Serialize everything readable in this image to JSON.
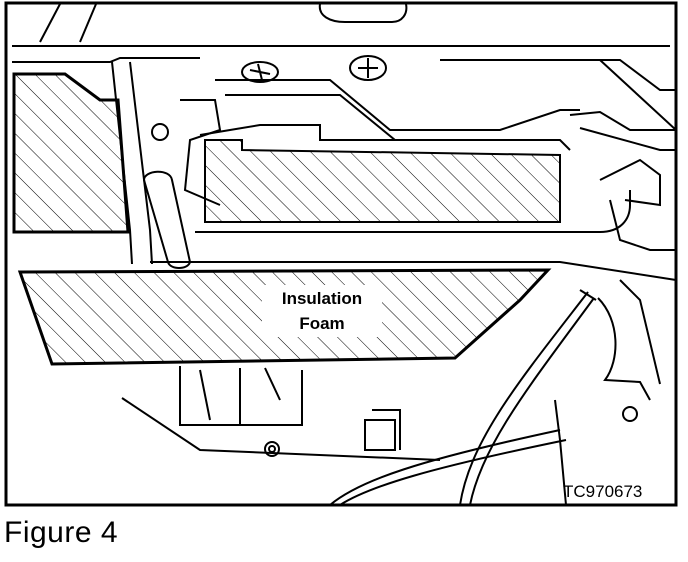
{
  "figure": {
    "callout_line1": "Insulation",
    "callout_line2": "Foam",
    "reference_code": "TC970673",
    "caption": "Figure 4"
  },
  "colors": {
    "ink": "#000000",
    "paper": "#ffffff"
  }
}
